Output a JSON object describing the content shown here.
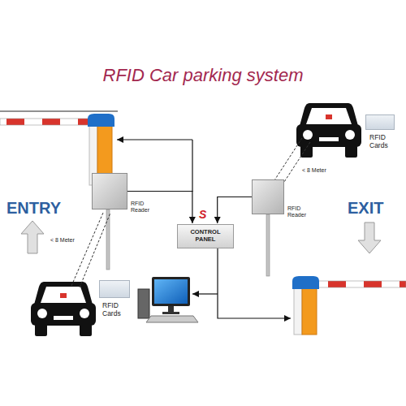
{
  "diagram": {
    "title": "RFID Car parking system",
    "nodes": [
      {
        "text": [
          "RFID Cards"
        ]
      },
      {
        "text": [
          "RFID Reader"
        ]
      },
      {
        "text": [
          "RFID Reader"
        ]
      },
      {
        "text": [
          "CONTROL PANEL"
        ]
      },
      {
        "text": [
          "RFID Cards"
        ]
      }
    ],
    "edges": [
      {
        "from": 1,
        "to": 3,
        "arrow": "to"
      },
      {
        "from": 2,
        "to": 3,
        "arrow": "to"
      }
    ],
    "labels": [
      "< 8 Meter",
      "ENTRY",
      "EXIT",
      "S",
      "< 8 Meter"
    ]
  }
}
